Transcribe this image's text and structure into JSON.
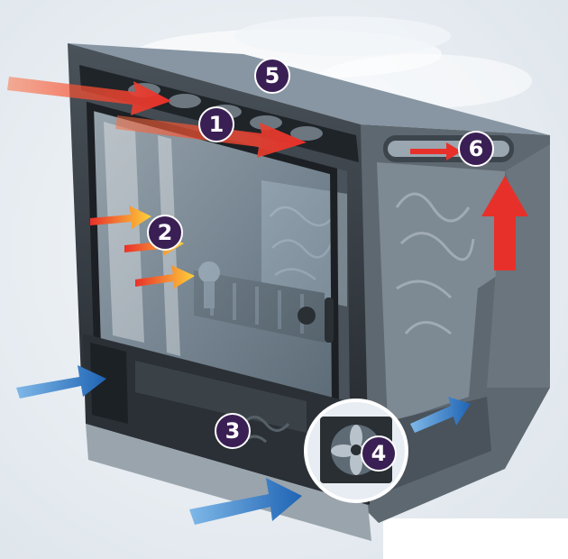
{
  "colors": {
    "background": "#ffffff",
    "backdrop": "#e8eef3",
    "frame": "#2f353c",
    "firebox": "#4a5259",
    "glass": "#9fb3c2",
    "hot_air": "#e8302a",
    "warm_air": "#f28a1e",
    "cold_air": "#2f7fc9",
    "badge_fill": "#3a1f54",
    "badge_text": "#ffffff"
  },
  "callouts": [
    {
      "id": "1",
      "label": "1"
    },
    {
      "id": "2",
      "label": "2"
    },
    {
      "id": "3",
      "label": "3"
    },
    {
      "id": "4",
      "label": "4"
    },
    {
      "id": "5",
      "label": "5"
    },
    {
      "id": "6",
      "label": "6"
    }
  ],
  "icons": {
    "fan": "fan-icon",
    "hot_air_arrow": "hot-air-arrow-icon",
    "warm_air_arrow": "warm-air-arrow-icon",
    "cold_air_arrow": "cold-air-arrow-icon"
  }
}
